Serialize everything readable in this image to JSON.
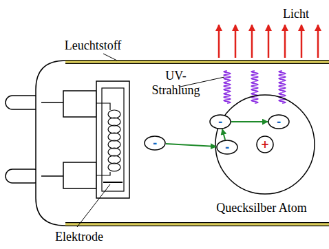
{
  "diagram": {
    "nodes": [
      {
        "text": [
          "-"
        ]
      },
      {
        "text": [
          "-"
        ]
      },
      {
        "text": [
          "-"
        ]
      },
      {
        "text": [
          "-"
        ]
      },
      {
        "text": [
          "+"
        ]
      }
    ],
    "edges": [
      {
        "from": 0,
        "to": 1,
        "arrow": "to"
      },
      {
        "from": 1,
        "to": 2,
        "arrow": "to"
      },
      {
        "from": 2,
        "to": 3,
        "arrow": "to"
      }
    ],
    "labels": [
      "Licht",
      "Leuchtstoff",
      "UV- Strahlung",
      "Quecksilber Atom",
      "Elektrode"
    ]
  }
}
